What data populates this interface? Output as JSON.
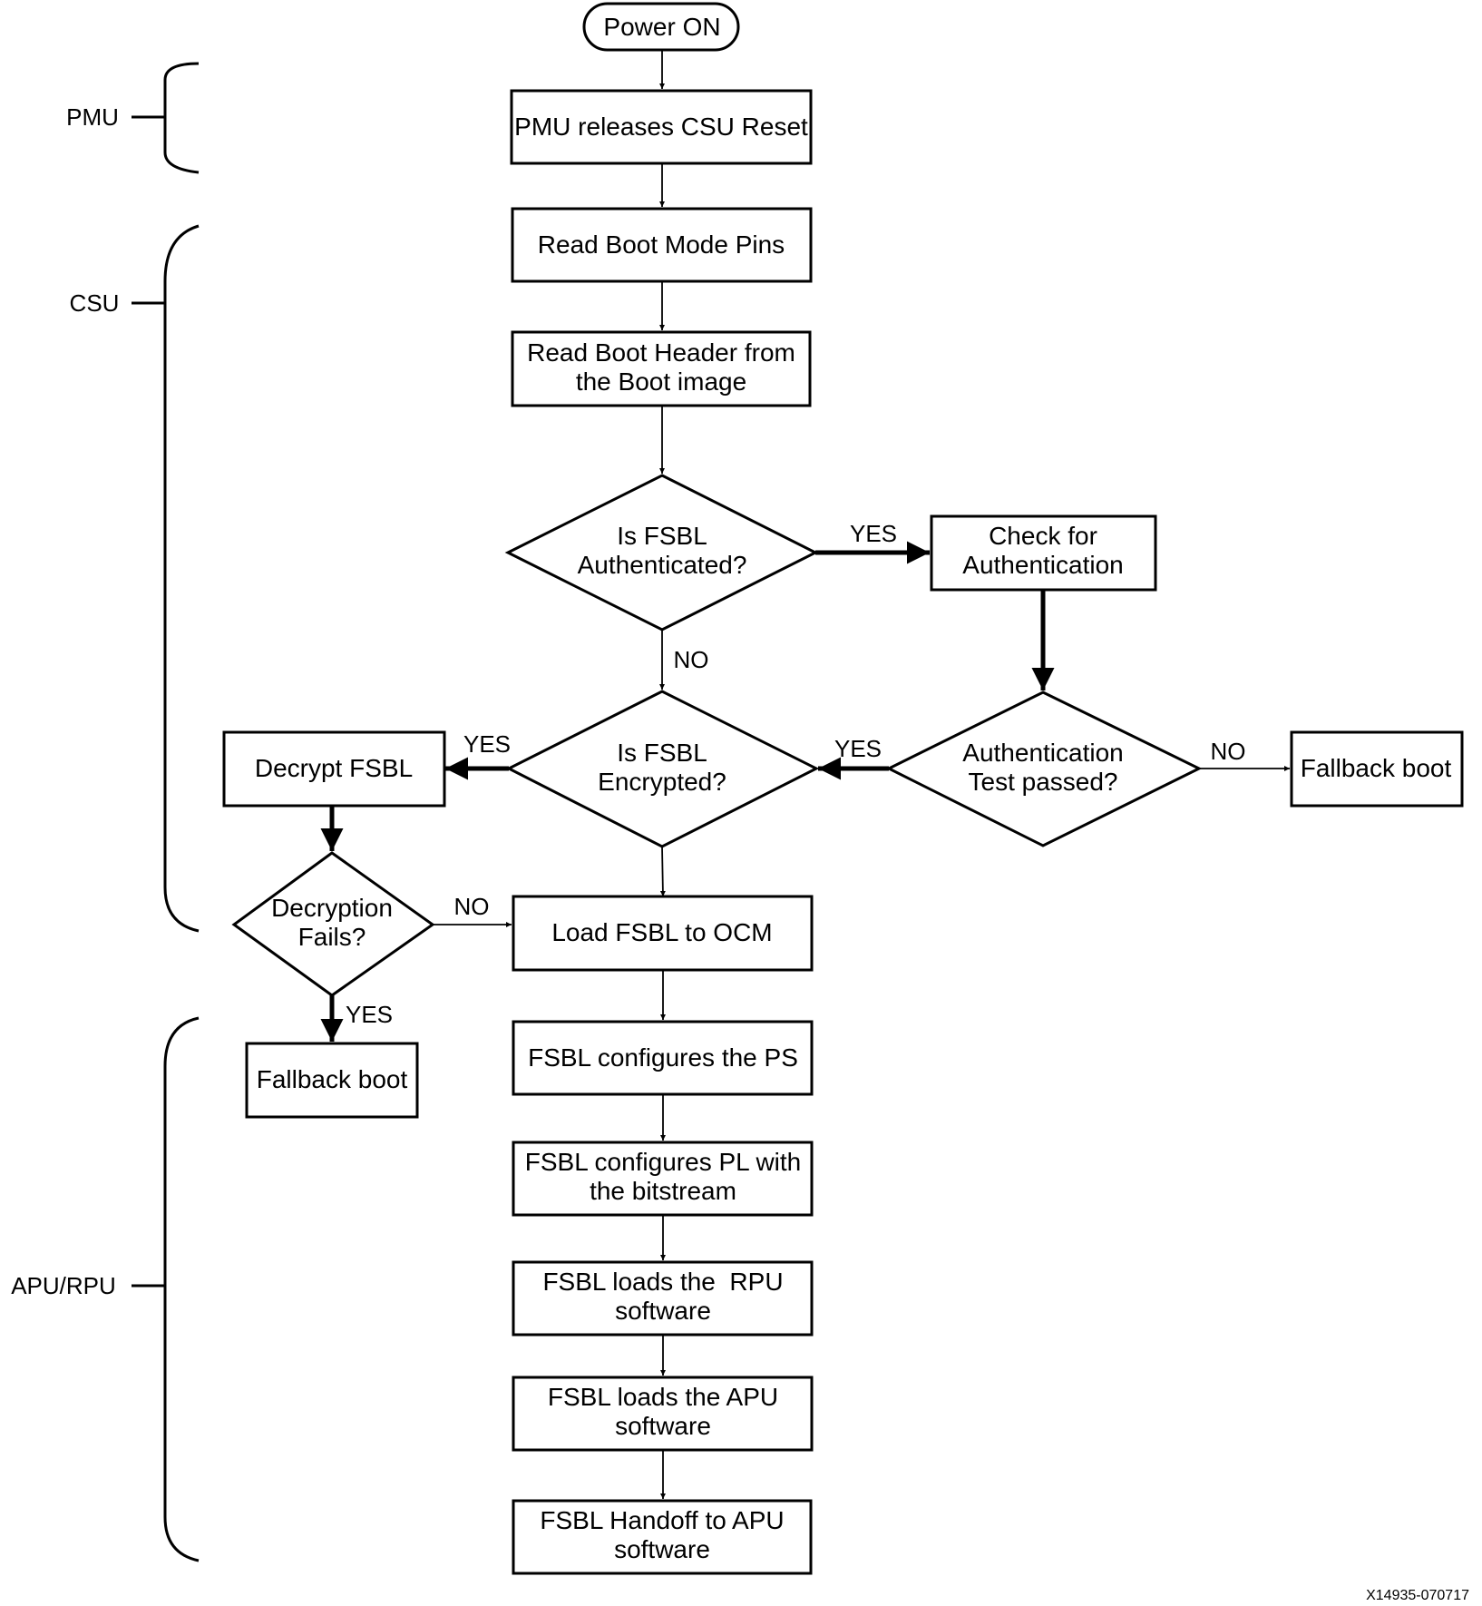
{
  "nodes": {
    "power_on": "Power ON",
    "pmu_release": "PMU releases CSU Reset",
    "read_pins": "Read Boot Mode Pins",
    "read_header": [
      "Read Boot Header from",
      "the Boot image"
    ],
    "is_auth": [
      "Is FSBL",
      "Authenticated?"
    ],
    "check_auth": [
      "Check for",
      "Authentication"
    ],
    "is_enc": [
      "Is FSBL",
      "Encrypted?"
    ],
    "auth_passed": [
      "Authentication",
      "Test passed?"
    ],
    "fallback_right": "Fallback boot",
    "decrypt": "Decrypt FSBL",
    "dec_fails": [
      "Decryption",
      "Fails?"
    ],
    "load_ocm": "Load FSBL to OCM",
    "fallback_left": "Fallback boot",
    "cfg_ps": "FSBL configures the PS",
    "cfg_pl": [
      "FSBL configures PL with",
      "the bitstream"
    ],
    "load_rpu": [
      "FSBL loads the  RPU",
      "software"
    ],
    "load_apu": [
      "FSBL loads the APU",
      "software"
    ],
    "handoff": [
      "FSBL Handoff to APU",
      "software"
    ]
  },
  "edge_labels": {
    "auth_yes": "YES",
    "auth_no": "NO",
    "enc_yes": "YES",
    "passed_yes": "YES",
    "passed_no": "NO",
    "dec_no": "NO",
    "dec_yes": "YES"
  },
  "side_labels": {
    "pmu": "PMU",
    "csu": "CSU",
    "apu_rpu": "APU/RPU"
  },
  "figure_id": "X14935-070717"
}
